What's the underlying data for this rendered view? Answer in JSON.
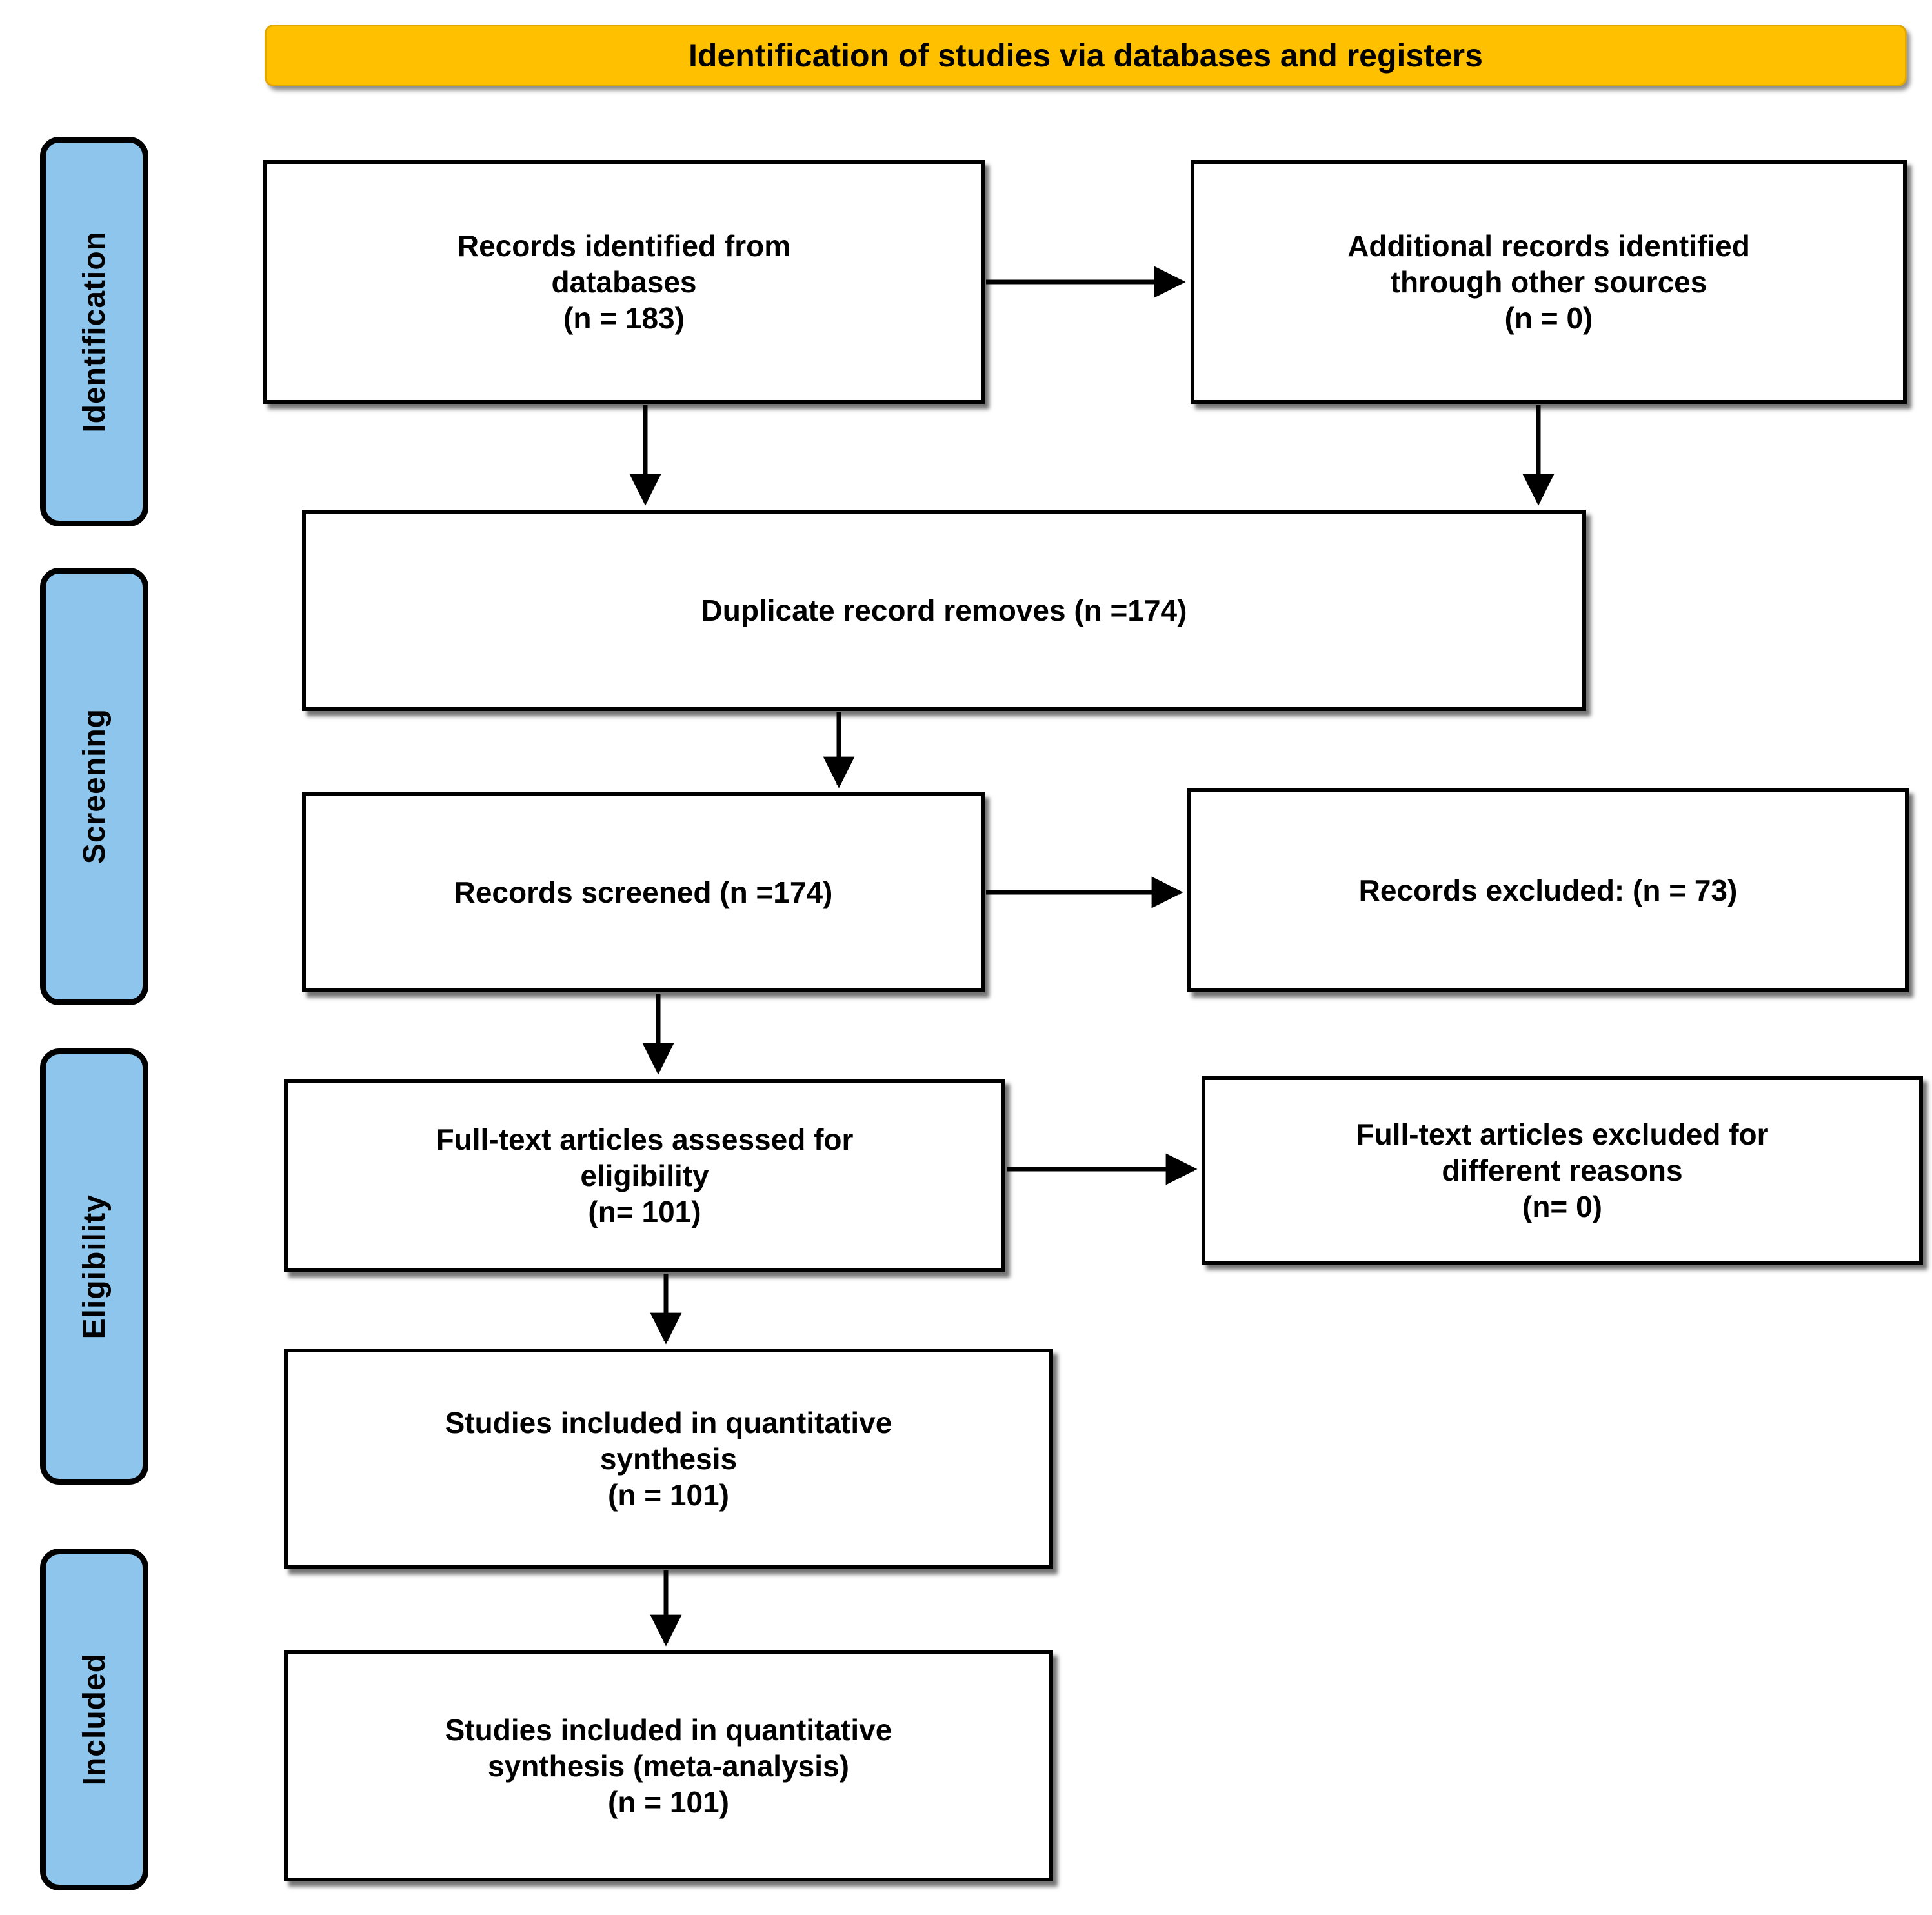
{
  "header": {
    "title": "Identification of studies via databases and registers",
    "background_color": "#FFC000"
  },
  "stages": [
    {
      "id": "identification",
      "label": "Identification",
      "color": "#8EC5EC"
    },
    {
      "id": "screening",
      "label": "Screening",
      "color": "#8EC5EC"
    },
    {
      "id": "eligibility",
      "label": "Eligibility",
      "color": "#8EC5EC"
    },
    {
      "id": "included",
      "label": "Included",
      "color": "#8EC5EC"
    }
  ],
  "boxes": {
    "records_databases": {
      "text": "Records identified from\ndatabases\n(n = 183)",
      "n": 183,
      "stage": "identification"
    },
    "additional_records": {
      "text": "Additional records identified\nthrough other sources\n(n = 0)",
      "n": 0,
      "stage": "identification"
    },
    "duplicates_removed": {
      "text": "Duplicate record removes (n =174)",
      "n": 174,
      "stage": "screening"
    },
    "records_screened": {
      "text": "Records screened (n =174)",
      "n": 174,
      "stage": "screening"
    },
    "records_excluded": {
      "text": "Records excluded: (n = 73)",
      "n": 73,
      "stage": "screening"
    },
    "fulltext_assessed": {
      "text": "Full-text articles assessed for\neligibility\n(n= 101)",
      "n": 101,
      "stage": "eligibility"
    },
    "fulltext_excluded": {
      "text": "Full-text articles excluded for\ndifferent reasons\n(n= 0)",
      "n": 0,
      "stage": "eligibility"
    },
    "included_quant": {
      "text": "Studies included in quantitative\nsynthesis\n(n = 101)",
      "n": 101,
      "stage": "included"
    },
    "included_meta": {
      "text": "Studies included in quantitative\nsynthesis (meta-analysis)\n(n = 101)",
      "n": 101,
      "stage": "included"
    }
  },
  "chart_data": {
    "type": "diagram",
    "title": "Identification of studies via databases and registers",
    "diagram_kind": "PRISMA flow diagram",
    "nodes": [
      {
        "id": "records_databases",
        "label": "Records identified from databases (n = 183)",
        "stage": "Identification",
        "value": 183
      },
      {
        "id": "additional_records",
        "label": "Additional records identified through other sources (n = 0)",
        "stage": "Identification",
        "value": 0
      },
      {
        "id": "duplicates_removed",
        "label": "Duplicate record removes (n =174)",
        "stage": "Screening",
        "value": 174
      },
      {
        "id": "records_screened",
        "label": "Records screened (n =174)",
        "stage": "Screening",
        "value": 174
      },
      {
        "id": "records_excluded",
        "label": "Records excluded: (n = 73)",
        "stage": "Screening",
        "value": 73
      },
      {
        "id": "fulltext_assessed",
        "label": "Full-text articles assessed for eligibility (n= 101)",
        "stage": "Eligibility",
        "value": 101
      },
      {
        "id": "fulltext_excluded",
        "label": "Full-text articles excluded for different reasons (n= 0)",
        "stage": "Eligibility",
        "value": 0
      },
      {
        "id": "included_quant",
        "label": "Studies included in quantitative synthesis (n = 101)",
        "stage": "Included",
        "value": 101
      },
      {
        "id": "included_meta",
        "label": "Studies included in quantitative synthesis (meta-analysis) (n = 101)",
        "stage": "Included",
        "value": 101
      }
    ],
    "edges": [
      {
        "from": "records_databases",
        "to": "additional_records",
        "direction": "right"
      },
      {
        "from": "records_databases",
        "to": "duplicates_removed",
        "direction": "down"
      },
      {
        "from": "additional_records",
        "to": "duplicates_removed",
        "direction": "down"
      },
      {
        "from": "duplicates_removed",
        "to": "records_screened",
        "direction": "down"
      },
      {
        "from": "records_screened",
        "to": "records_excluded",
        "direction": "right"
      },
      {
        "from": "records_screened",
        "to": "fulltext_assessed",
        "direction": "down"
      },
      {
        "from": "fulltext_assessed",
        "to": "fulltext_excluded",
        "direction": "right"
      },
      {
        "from": "fulltext_assessed",
        "to": "included_quant",
        "direction": "down"
      },
      {
        "from": "included_quant",
        "to": "included_meta",
        "direction": "down"
      }
    ]
  }
}
